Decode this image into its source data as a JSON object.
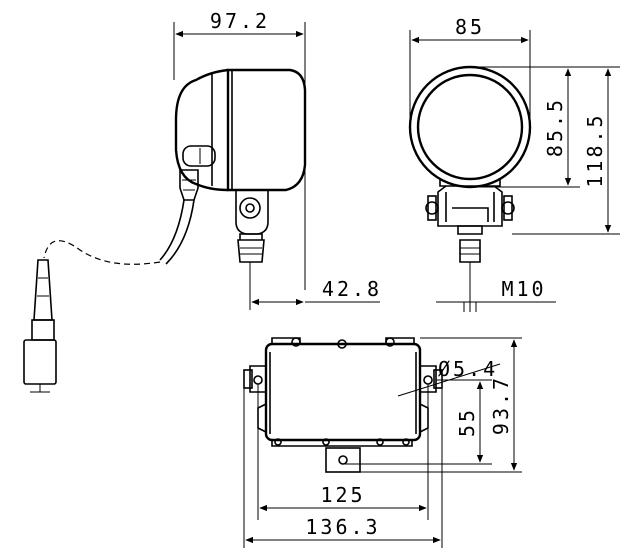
{
  "views": {
    "side": {
      "dims": {
        "overall_depth": "97.2",
        "mount_offset": "42.8"
      }
    },
    "front": {
      "dims": {
        "width": "85",
        "lens_height": "85.5",
        "overall_height": "118.5",
        "bolt_thread": "M10"
      }
    },
    "bottom": {
      "dims": {
        "hole_diameter": "Ø5.4",
        "hole_spacing_v": "55",
        "overall_width_v": "93.7",
        "hole_spacing_h": "125",
        "overall_length": "136.3"
      }
    }
  },
  "colors": {
    "line": "#000000",
    "background": "#ffffff"
  }
}
